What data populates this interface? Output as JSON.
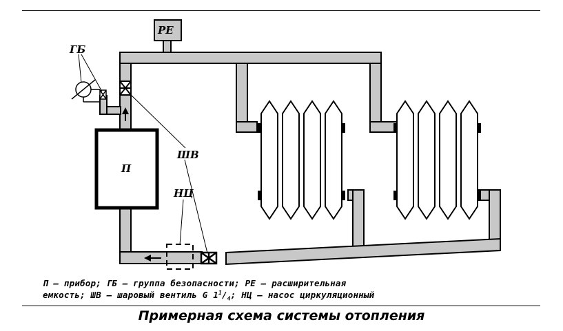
{
  "labels": {
    "pe": "РЕ",
    "gb": "ГБ",
    "sv": "ШВ",
    "nc": "НЦ",
    "p": "П"
  },
  "legend": {
    "line1": "П – прибор; ГБ – группа безопасности; РЕ – расширительная",
    "line2_pre": "емкость; ШВ – шаровый вентиль G 1",
    "line2_sup": "1",
    "line2_slash": "/",
    "line2_sub": "4",
    "line2_post": "; НЦ – насос циркуляционный"
  },
  "caption": "Примерная схема системы отопления",
  "colors": {
    "pipe": "#c8c8c8",
    "stroke": "#000000"
  }
}
